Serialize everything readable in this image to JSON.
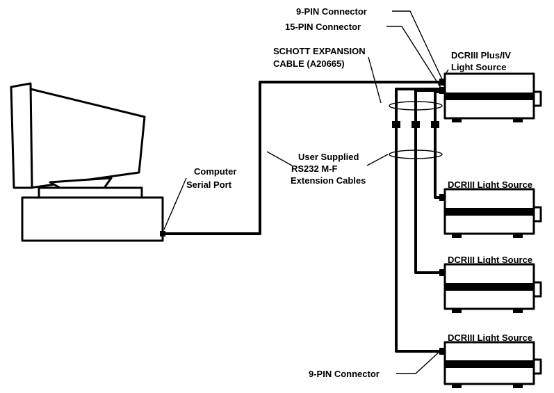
{
  "labels": {
    "nine_pin_top": "9-PIN Connector",
    "fifteen_pin": "15-PIN Connector",
    "expansion_line1": "SCHOTT EXPANSION",
    "expansion_line2": "CABLE (A20665)",
    "plus_line1": "DCRIII Plus/IV",
    "plus_line2": "Light Source",
    "user_line1": "User Supplied",
    "user_line2": "RS232 M-F",
    "user_line3": "Extension Cables",
    "computer_line1": "Computer",
    "computer_line2": "Serial Port",
    "ls1": "DCRIII Light Source",
    "ls2": "DCRIII Light Source",
    "ls3": "DCRIII Light Source",
    "nine_pin_bottom": "9-PIN Connector"
  },
  "colors": {
    "ink": "#000000",
    "paper": "#ffffff"
  }
}
